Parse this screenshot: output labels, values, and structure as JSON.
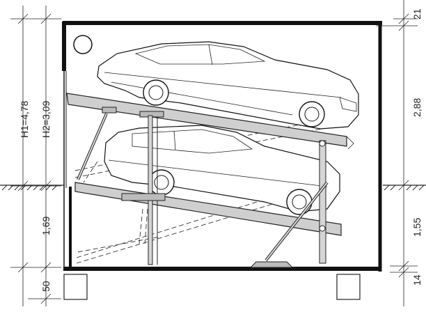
{
  "labels": {
    "h1": "H1=4,78",
    "h2": "H2=3,09",
    "left_lower": "1,69",
    "left_bottom": "50",
    "right_top": "21",
    "right_middle": "2,88",
    "right_lower": "1,55",
    "right_bottom": "14"
  },
  "colors": {
    "line": "#222222",
    "wall": "#111111",
    "platform": "#cfcfcf"
  }
}
